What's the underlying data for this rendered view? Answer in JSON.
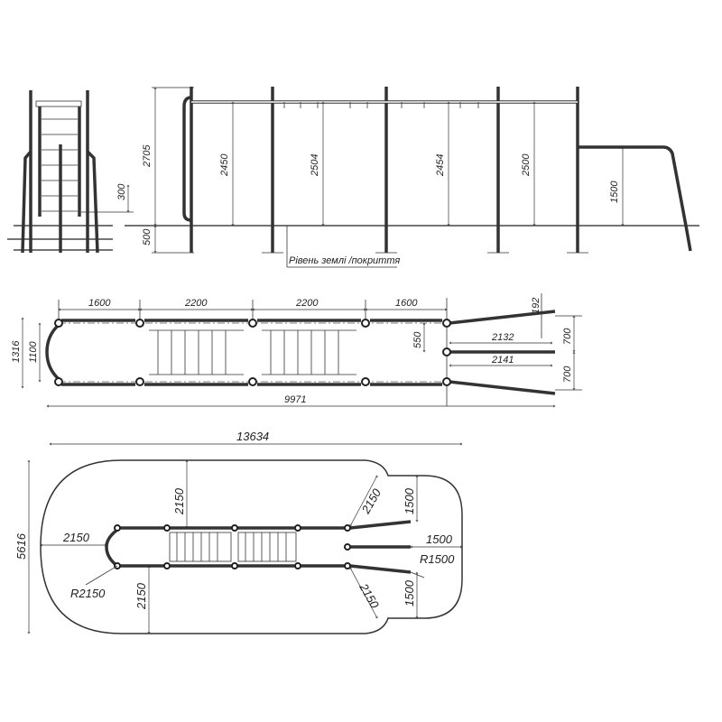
{
  "elevation": {
    "ground_label": "Рівень землі /покриття",
    "dims": {
      "total_height": "2705",
      "depth": "500",
      "ladder_offset": "300",
      "bar1": "2450",
      "bar2": "2504",
      "bar3": "2454",
      "bar4": "2500",
      "parallel": "1500"
    }
  },
  "plan": {
    "dims": {
      "seg1": "1600",
      "seg2": "2200",
      "seg3": "2200",
      "seg4": "1600",
      "width_outer": "1316",
      "width_inner": "1100",
      "total_length": "9971",
      "offset": "550",
      "arm_upper": "2132",
      "arm_middle": "2141",
      "rise": "192",
      "spread_upper": "700",
      "spread_lower": "700"
    }
  },
  "safety_zone": {
    "dims": {
      "total_length": "13634",
      "total_width": "5616",
      "left_margin": "2150",
      "top_margin": "2150",
      "bottom_margin": "2150",
      "radius_main": "R2150",
      "diag_upper": "2150",
      "diag_lower": "2150",
      "lobe_upper": "1500",
      "lobe_right": "1500",
      "lobe_lower": "1500",
      "radius_lobe": "R1500"
    }
  }
}
